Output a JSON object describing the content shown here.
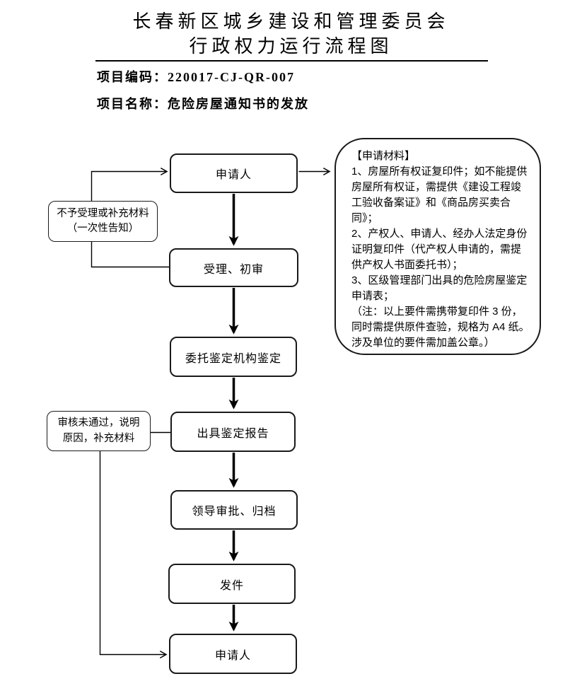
{
  "header": {
    "title_line1": "长春新区城乡建设和管理委员会",
    "title_line2": "行政权力运行流程图",
    "project_code_label": "项目编码：",
    "project_code_value": "220017-CJ-QR-007",
    "project_name_label": "项目名称：",
    "project_name_value": "危险房屋通知书的发放"
  },
  "flowchart": {
    "nodes": [
      {
        "label": "申请人"
      },
      {
        "label": "受理、初审"
      },
      {
        "label": "委托鉴定机构鉴定"
      },
      {
        "label": "出具鉴定报告"
      },
      {
        "label": "领导审批、归档"
      },
      {
        "label": "发件"
      },
      {
        "label": "申请人"
      }
    ],
    "notes": [
      {
        "line1": "不予受理或补充材料",
        "line2": "（一次性告知）"
      },
      {
        "line1": "审核未通过，说明",
        "line2": "原因，补充材料"
      }
    ],
    "materials": {
      "title": "【申请材料】",
      "items": [
        "1、房屋所有权证复印件；如不能提供房屋所有权证，需提供《建设工程竣工验收备案证》和《商品房买卖合同》；",
        "2、产权人、申请人、经办人法定身份证明复印件（代产权人申请的，需提供产权人书面委托书）；",
        "3、区级管理部门出具的危险房屋鉴定申请表；",
        "（注：以上要件需携带复印件 3 份，同时需提供原件查验，规格为 A4 纸。涉及单位的要件需加盖公章。）"
      ]
    }
  }
}
